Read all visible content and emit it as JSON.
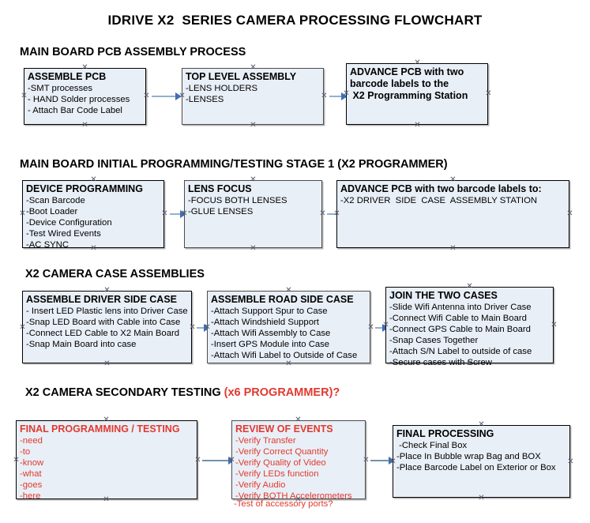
{
  "document": {
    "title": "IDRIVE X2  SERIES CAMERA PROCESSING FLOWCHART"
  },
  "sections": [
    {
      "id": "main-board-pcb-assembly",
      "heading": "MAIN BOARD PCB ASSEMBLY PROCESS",
      "heading_accent": "",
      "boxes": [
        {
          "id": "assemble-pcb",
          "title": "ASSEMBLE PCB",
          "lines": [
            "-SMT processes",
            "- HAND Solder processes",
            "- Attach Bar Code Label"
          ]
        },
        {
          "id": "top-level-assembly",
          "title": "TOP LEVEL ASSEMBLY",
          "lines": [
            "-LENS HOLDERS",
            "-LENSES"
          ]
        },
        {
          "id": "advance-pcb-to-programming-station",
          "title": "ADVANCE PCB with two",
          "lines": [
            "barcode labels to the",
            " X2 Programming Station"
          ]
        }
      ]
    },
    {
      "id": "main-board-initial-programming",
      "heading": "MAIN BOARD INITIAL PROGRAMMING/TESTING STAGE 1 (X2 PROGRAMMER)",
      "heading_accent": "",
      "boxes": [
        {
          "id": "device-programming",
          "title": "DEVICE PROGRAMMING",
          "lines": [
            "-Scan Barcode",
            "-Boot Loader",
            "-Device Configuration",
            "-Test Wired Events",
            "-AC SYNC"
          ]
        },
        {
          "id": "lens-focus",
          "title": "LENS FOCUS",
          "lines": [
            "-FOCUS BOTH LENSES",
            "-GLUE LENSES"
          ]
        },
        {
          "id": "advance-pcb-to-driver-side-case",
          "title": "ADVANCE PCB with two barcode labels to:",
          "lines": [
            "-X2 DRIVER  SIDE  CASE  ASSEMBLY STATION"
          ]
        }
      ]
    },
    {
      "id": "x2-camera-case-assemblies",
      "heading": "X2 CAMERA CASE ASSEMBLIES",
      "heading_accent": "",
      "boxes": [
        {
          "id": "assemble-driver-side-case",
          "title": "ASSEMBLE DRIVER SIDE CASE",
          "lines": [
            "- Insert LED Plastic lens into Driver Case",
            "-Snap LED Board with Cable into Case",
            "-Connect LED Cable to X2 Main Board",
            "-Snap Main Board into case"
          ]
        },
        {
          "id": "assemble-road-side-case",
          "title": "ASSEMBLE ROAD SIDE CASE",
          "lines": [
            "-Attach Support Spur to Case",
            "-Attach Windshield Support",
            "-Attach Wifi Assembly to Case",
            "-Insert GPS Module into Case",
            "-Attach Wifi Label to Outside of Case"
          ]
        },
        {
          "id": "join-the-two-cases",
          "title": "JOIN THE TWO CASES",
          "lines": [
            "-Slide Wifi Antenna into Driver Case",
            "-Connect Wifi Cable to Main Board",
            "-Connect GPS Cable to Main Board",
            "-Snap Cases Together",
            "-Attach S/N Label to outside of case",
            "-Secure cases with Screw"
          ]
        }
      ]
    },
    {
      "id": "x2-camera-secondary-testing",
      "heading": "X2 CAMERA SECONDARY TESTING ",
      "heading_accent": "(x6 PROGRAMMER)?",
      "boxes": [
        {
          "id": "final-programming-testing",
          "title": "FINAL PROGRAMMING / TESTING",
          "lines": [
            "-need",
            "-to",
            "-know",
            "-what",
            "-goes",
            "-here"
          ]
        },
        {
          "id": "review-of-events",
          "title": "REVIEW OF EVENTS",
          "lines": [
            "-Verify Transfer",
            "-Verify Correct Quantity",
            "-Verify Quality of Video",
            "-Verify LEDs function",
            "-Verify Audio",
            "-Verify BOTH Accelerometers"
          ],
          "overflow_line": "-Test of accessory ports?"
        },
        {
          "id": "final-processing",
          "title": "FINAL PROCESSING",
          "lines": [
            " -Check Final Box",
            "-Place In Bubble wrap Bag and BOX",
            "-Place Barcode Label on Exterior or Box"
          ]
        }
      ]
    }
  ],
  "colors": {
    "box_fill": "#e9eff7",
    "box_border": "#4c4c4c",
    "accent_red": "#e03a2f",
    "connector": "#93b0cc",
    "arrow": "#3f6fb5"
  }
}
